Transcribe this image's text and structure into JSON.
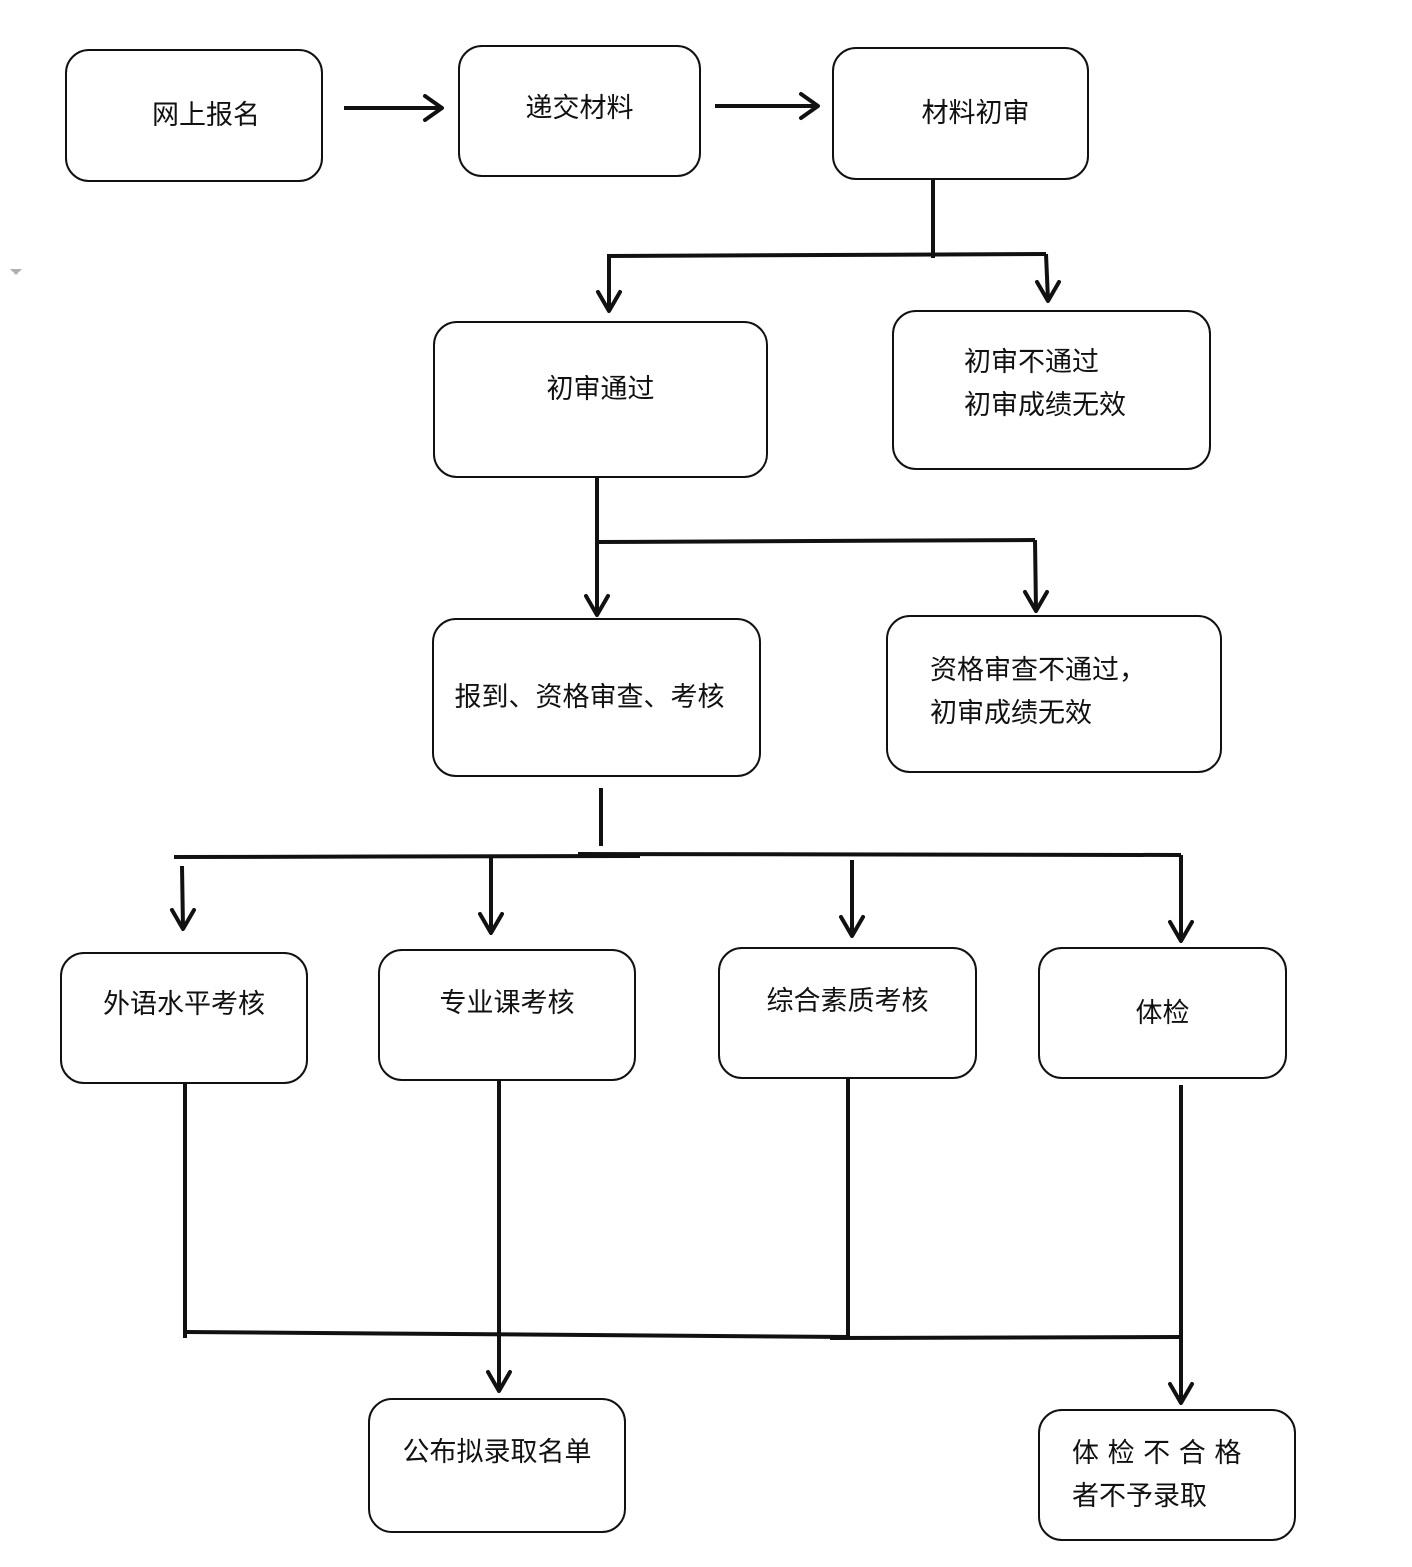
{
  "nodes": {
    "online_registration": "网上报名",
    "submit_materials": "递交材料",
    "initial_review": "材料初审",
    "review_passed": "初审通过",
    "review_failed": {
      "line1": "初审不通过",
      "line2": "初审成绩无效"
    },
    "checkin_qualification": "报到、资格审查、考核",
    "qualification_failed": {
      "line1": "资格审查不通过，",
      "line2": "初审成绩无效"
    },
    "foreign_language_exam": "外语水平考核",
    "professional_course_exam": "专业课考核",
    "comprehensive_quality_exam": "综合素质考核",
    "physical_exam": "体检",
    "publish_list": "公布拟录取名单",
    "physical_failed": {
      "line1": "体 检 不 合 格",
      "line2": "者不予录取"
    }
  }
}
